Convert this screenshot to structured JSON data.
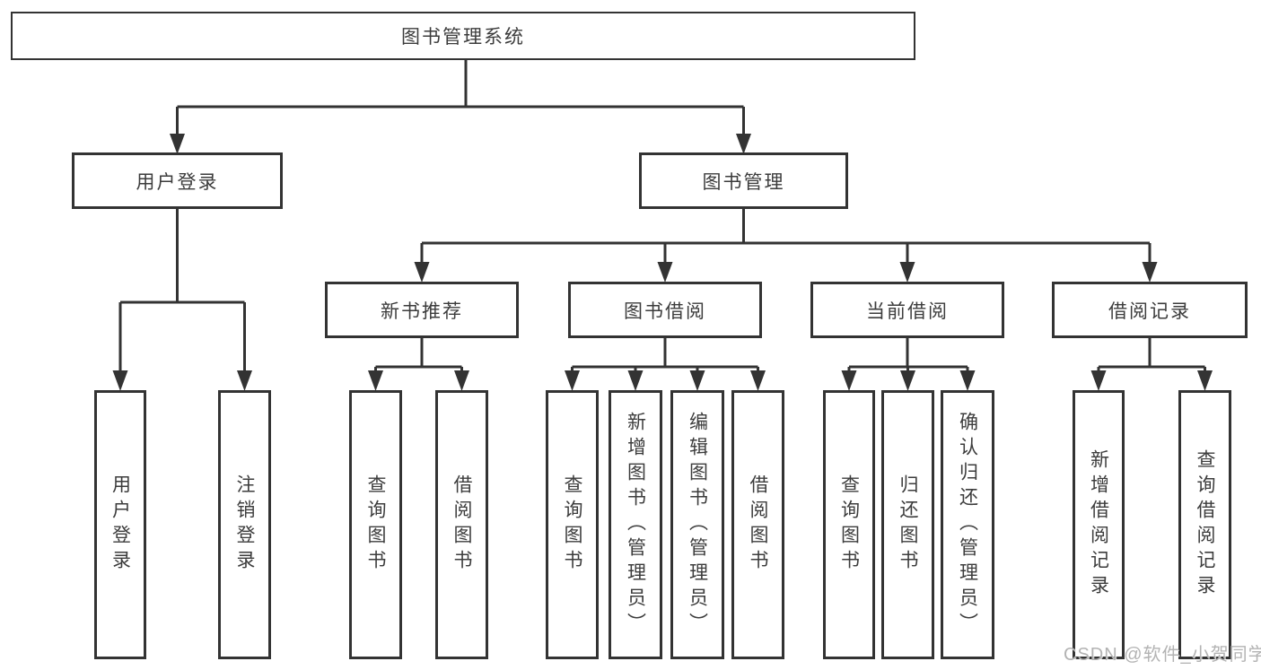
{
  "tree": {
    "root": "图书管理系统",
    "children": [
      {
        "label": "用户登录",
        "children": [
          "用户登录",
          "注销登录"
        ]
      },
      {
        "label": "图书管理",
        "children": [
          {
            "label": "新书推荐",
            "children": [
              "查询图书",
              "借阅图书"
            ]
          },
          {
            "label": "图书借阅",
            "children": [
              "查询图书",
              "新增图书（管理员）",
              "编辑图书（管理员）",
              "借阅图书"
            ]
          },
          {
            "label": "当前借阅",
            "children": [
              "查询图书",
              "归还图书",
              "确认归还（管理员）"
            ]
          },
          {
            "label": "借阅记录",
            "children": [
              "新增借阅记录",
              "查询借阅记录"
            ]
          }
        ]
      }
    ]
  },
  "watermark": "CSDN @软件_小贺同学",
  "colors": {
    "line": "#333333",
    "box_border": "#333333",
    "text": "#3c3c3c",
    "background": "#ffffff",
    "watermark_text": "#b3b3b3"
  }
}
